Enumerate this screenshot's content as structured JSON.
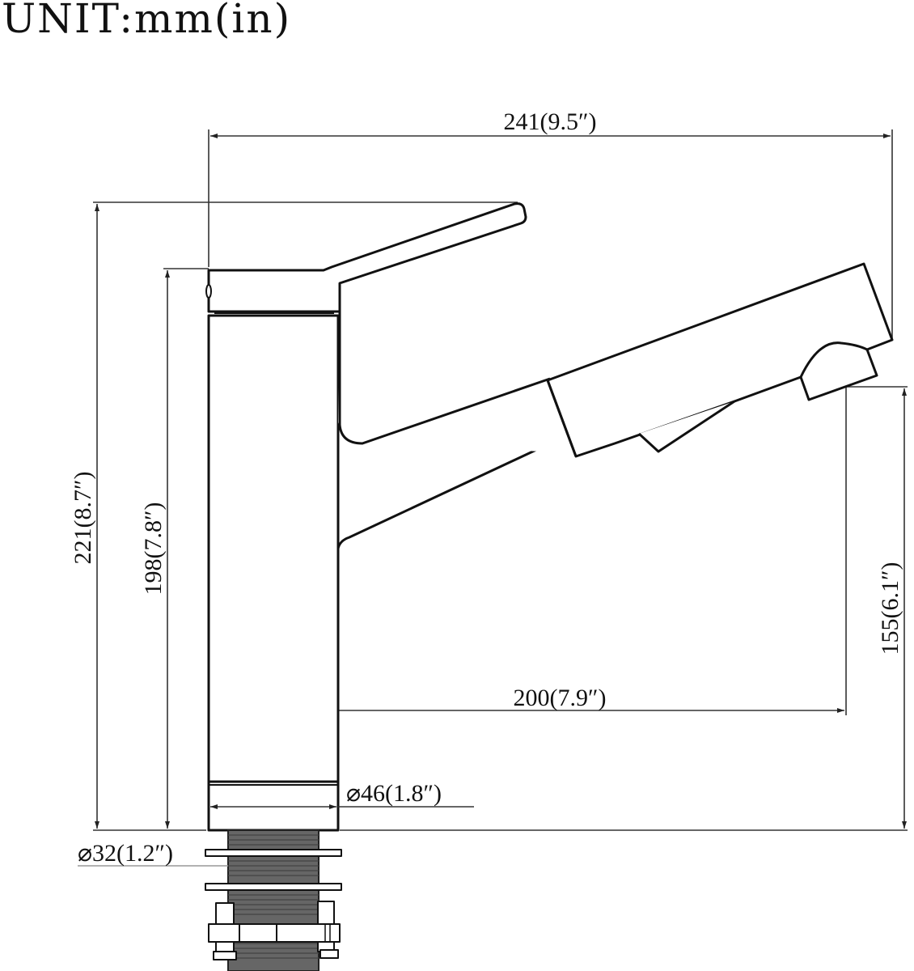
{
  "drawing": {
    "title": "UNIT:mm(in)",
    "subject": "pull-out single-handle faucet side elevation",
    "line_color": "#111111",
    "background": "#ffffff"
  },
  "dimensions": {
    "overall_width": "241(9.5″)",
    "overall_height": "221(8.7″)",
    "body_height": "198(7.8″)",
    "spout_height": "155(6.1″)",
    "spout_reach": "200(7.9″)",
    "base_diameter": "⌀46(1.8″)",
    "shank_diameter": "⌀32(1.2″)"
  },
  "parts": [
    {
      "name": "handle",
      "label": "lever handle"
    },
    {
      "name": "body",
      "label": "faucet body"
    },
    {
      "name": "spout",
      "label": "spout arm"
    },
    {
      "name": "pull-out-head",
      "label": "pull-out spray head"
    },
    {
      "name": "base-ring",
      "label": "base ring"
    },
    {
      "name": "threaded-shank",
      "label": "threaded shank"
    },
    {
      "name": "mounting-nut",
      "label": "mounting nut"
    }
  ]
}
